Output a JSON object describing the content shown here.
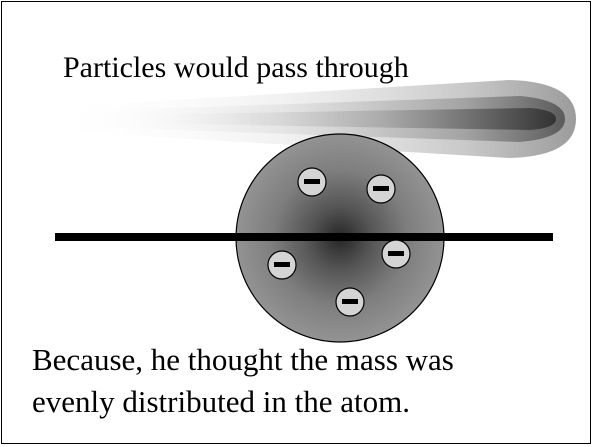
{
  "slide": {
    "heading": "Particles would pass through",
    "caption_lines": [
      "Because, he thought the mass was",
      "evenly distributed in the atom."
    ]
  },
  "diagram": {
    "electron_count": 5,
    "electron_symbol": "minus",
    "colors": {
      "line": "#000000",
      "atom_center": "#2b2b2b",
      "atom_edge": "#8c8c8c",
      "electron_fill": "#d4d4d4",
      "streak": "#5a5a5a"
    }
  }
}
